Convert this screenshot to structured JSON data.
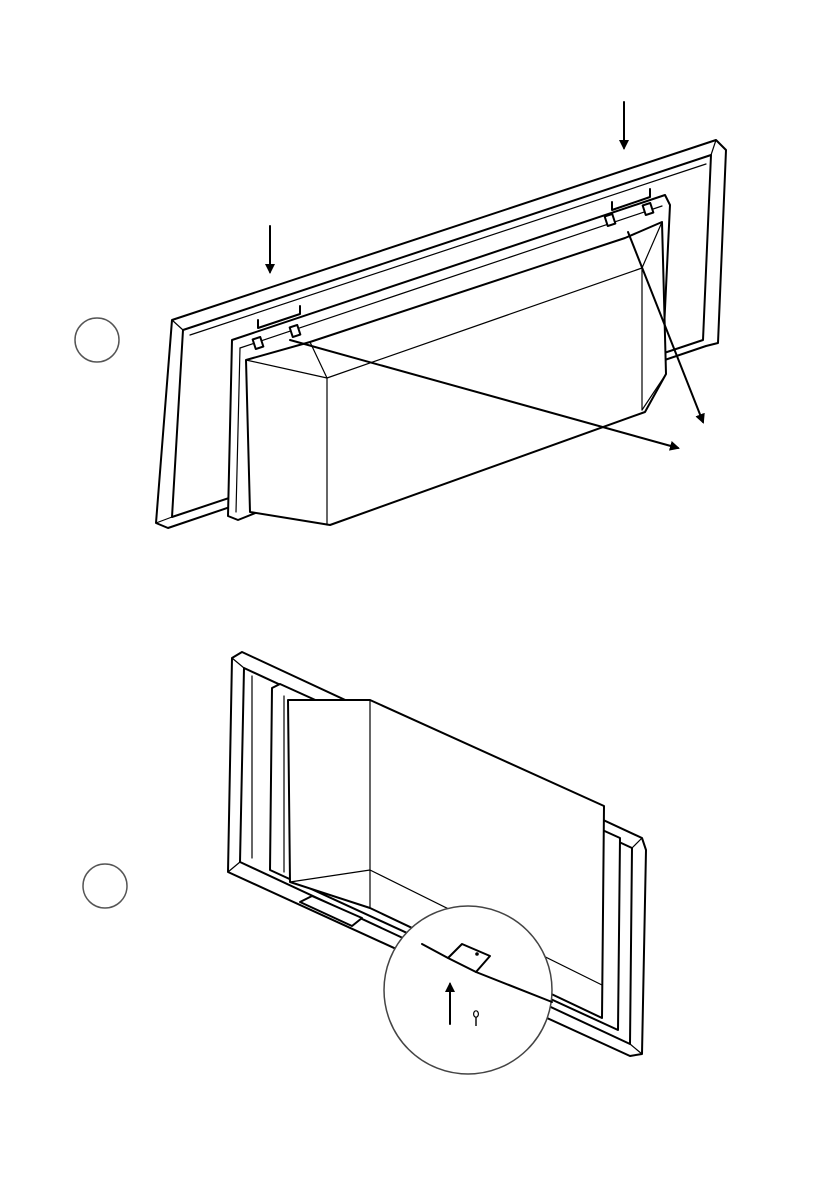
{
  "steps": [
    {
      "label": ""
    },
    {
      "label": ""
    }
  ],
  "step1": {
    "down_arrows": 2,
    "slide_arrows": 2
  },
  "step2": {
    "up_arrows": 1,
    "screws": 1
  }
}
